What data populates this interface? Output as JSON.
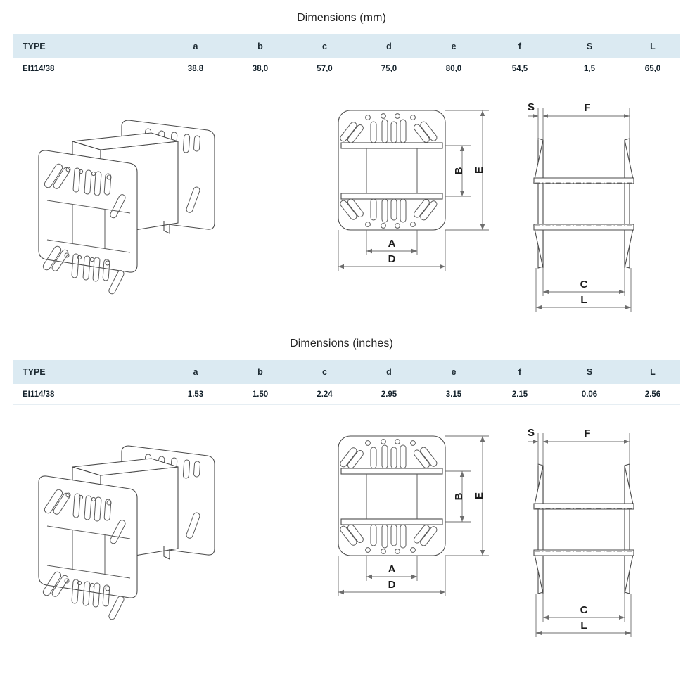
{
  "page": {
    "background": "#ffffff",
    "header_fill": "#dbeaf2",
    "line_color": "#4a4a4a"
  },
  "sections": [
    {
      "title": "Dimensions (mm)",
      "table": {
        "columns": [
          "TYPE",
          "a",
          "b",
          "c",
          "d",
          "e",
          "f",
          "S",
          "L"
        ],
        "rows": [
          [
            "EI114/38",
            "38,8",
            "38,0",
            "57,0",
            "75,0",
            "80,0",
            "54,5",
            "1,5",
            "65,0"
          ]
        ]
      }
    },
    {
      "title": "Dimensions (inches)",
      "table": {
        "columns": [
          "TYPE",
          "a",
          "b",
          "c",
          "d",
          "e",
          "f",
          "S",
          "L"
        ],
        "rows": [
          [
            "EI114/38",
            "1.53",
            "1.50",
            "2.24",
            "2.95",
            "3.15",
            "2.15",
            "0.06",
            "2.56"
          ]
        ]
      }
    }
  ],
  "drawings": {
    "isometric": {
      "name": "bobbin-isometric-view"
    },
    "front": {
      "name": "bobbin-front-view",
      "labels": {
        "a": "A",
        "b": "B",
        "d": "D",
        "e": "E"
      }
    },
    "side": {
      "name": "bobbin-side-view",
      "labels": {
        "s": "S",
        "f": "F",
        "c": "C",
        "l": "L"
      }
    }
  }
}
